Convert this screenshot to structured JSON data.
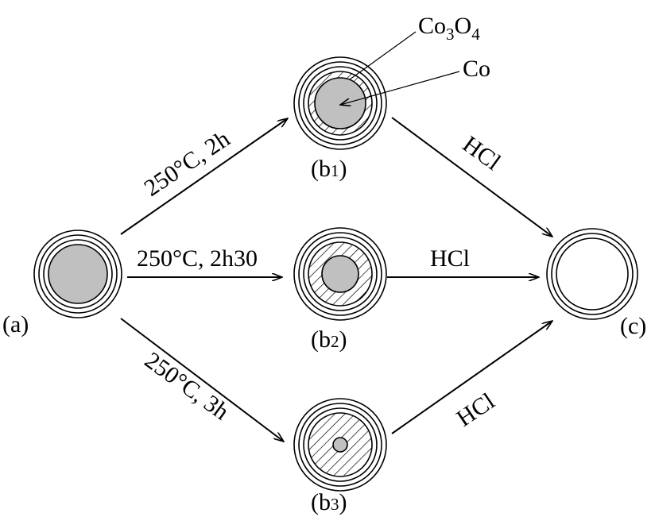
{
  "labels": {
    "a": "(a)",
    "b1": "(b1)",
    "b2": "(b2)",
    "b3": "(b3)",
    "c": "(c)",
    "b1_prefix": "(b",
    "b1_index": "1",
    "b2_prefix": "(b",
    "b2_index": "2",
    "b3_prefix": "(b",
    "b3_index": "3",
    "close_paren": ")"
  },
  "callouts": {
    "co3o4_base1": "Co",
    "co3o4_sub1": "3",
    "co3o4_base2": "O",
    "co3o4_sub2": "4",
    "co": "Co"
  },
  "arrows": {
    "a_to_b1": "250°C, 2h",
    "a_to_b2": "250°C, 2h30",
    "a_to_b3": "250°C, 3h",
    "b1_to_c": "HCl",
    "b2_to_c": "HCl",
    "b3_to_c": "HCl"
  },
  "colors": {
    "core_fill": "#c0c0c0",
    "stroke": "#000000",
    "background": "#ffffff"
  }
}
